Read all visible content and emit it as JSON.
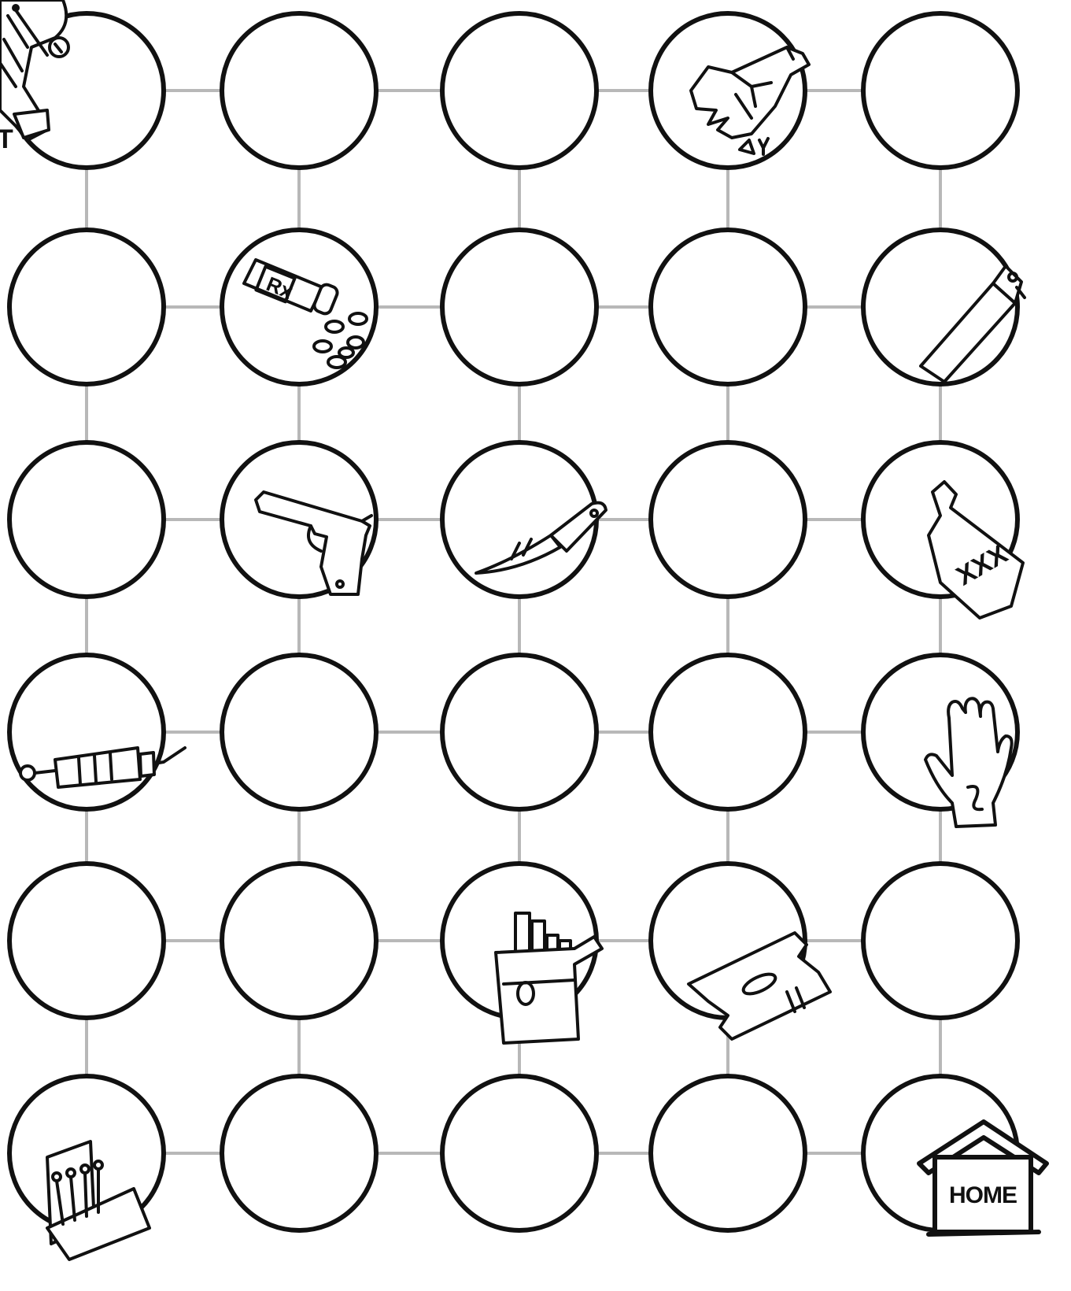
{
  "board": {
    "rows": 6,
    "cols": 5,
    "line_color": "#b8b8b8",
    "ring_color": "#111111",
    "spaces": [
      [
        "mascot",
        "empty",
        "empty",
        "broken-bottle",
        "empty"
      ],
      [
        "empty",
        "pill-bottle",
        "empty",
        "empty",
        "lighter"
      ],
      [
        "empty",
        "handgun",
        "knife",
        "empty",
        "liquor-bottle"
      ],
      [
        "syringe",
        "empty",
        "empty",
        "empty",
        "glove"
      ],
      [
        "empty",
        "empty",
        "cigarettes",
        "razor-blade",
        "empty"
      ],
      [
        "matchbook",
        "empty",
        "empty",
        "empty",
        "home-house"
      ]
    ]
  },
  "labels": {
    "home": "HOME",
    "liquor": "XXX",
    "start_fragment": "T",
    "rx": "Rx"
  }
}
